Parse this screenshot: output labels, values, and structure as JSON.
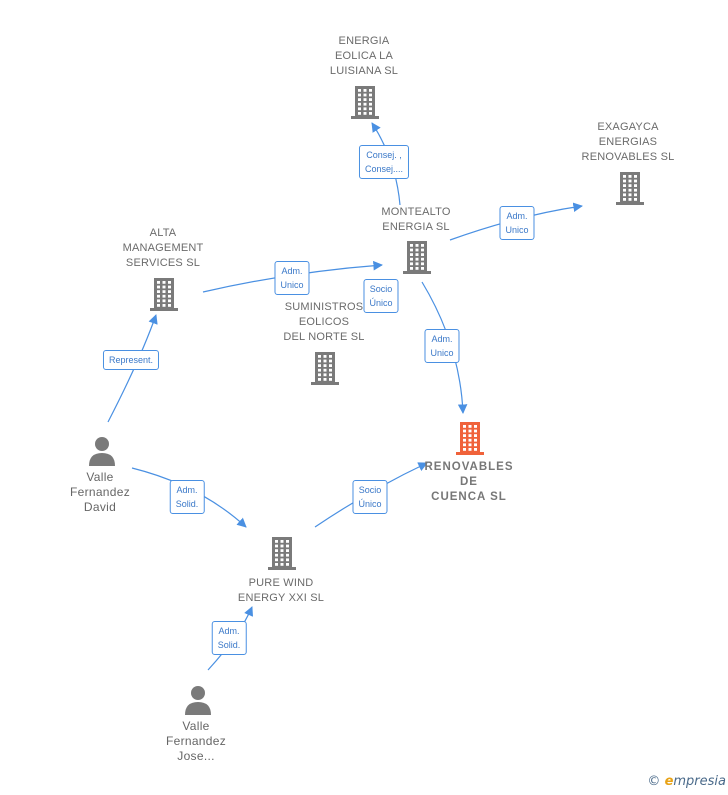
{
  "colors": {
    "edge": "#4a90e2",
    "building": "#7a7a7a",
    "building_main": "#f0623a",
    "person": "#7a7a7a"
  },
  "companies": {
    "energia_eolica": [
      "ENERGIA",
      "EOLICA LA",
      "LUISIANA SL"
    ],
    "exagayca": [
      "EXAGAYCA",
      "ENERGIAS",
      "RENOVABLES SL"
    ],
    "montealto": [
      "MONTEALTO",
      "ENERGIA SL"
    ],
    "alta": [
      "ALTA",
      "MANAGEMENT",
      "SERVICES SL"
    ],
    "suministros": [
      "SUMINISTROS",
      "EOLICOS",
      "DEL NORTE SL"
    ],
    "renovables": [
      "RENOVABLES",
      "DE",
      "CUENCA SL"
    ],
    "pure_wind": [
      "PURE WIND",
      "ENERGY XXI SL"
    ]
  },
  "persons": {
    "valle_david": [
      "Valle",
      "Fernandez",
      "David"
    ],
    "valle_jose": [
      "Valle",
      "Fernandez",
      "Jose..."
    ]
  },
  "relations": {
    "consej": [
      "Consej. ,",
      "Consej...."
    ],
    "adm_unico_exagayca": [
      "Adm.",
      "Unico"
    ],
    "adm_unico_alta": [
      "Adm.",
      "Unico"
    ],
    "socio_unico_montealto": [
      "Socio",
      "Único"
    ],
    "adm_unico_renovables": [
      "Adm.",
      "Unico"
    ],
    "represent": [
      "Represent."
    ],
    "adm_solid_david": [
      "Adm.",
      "Solid."
    ],
    "socio_unico_pure": [
      "Socio",
      "Único"
    ],
    "adm_solid_jose": [
      "Adm.",
      "Solid."
    ]
  },
  "footer": {
    "copyright": "©",
    "brand_first": "e",
    "brand_rest": "mpresia"
  }
}
